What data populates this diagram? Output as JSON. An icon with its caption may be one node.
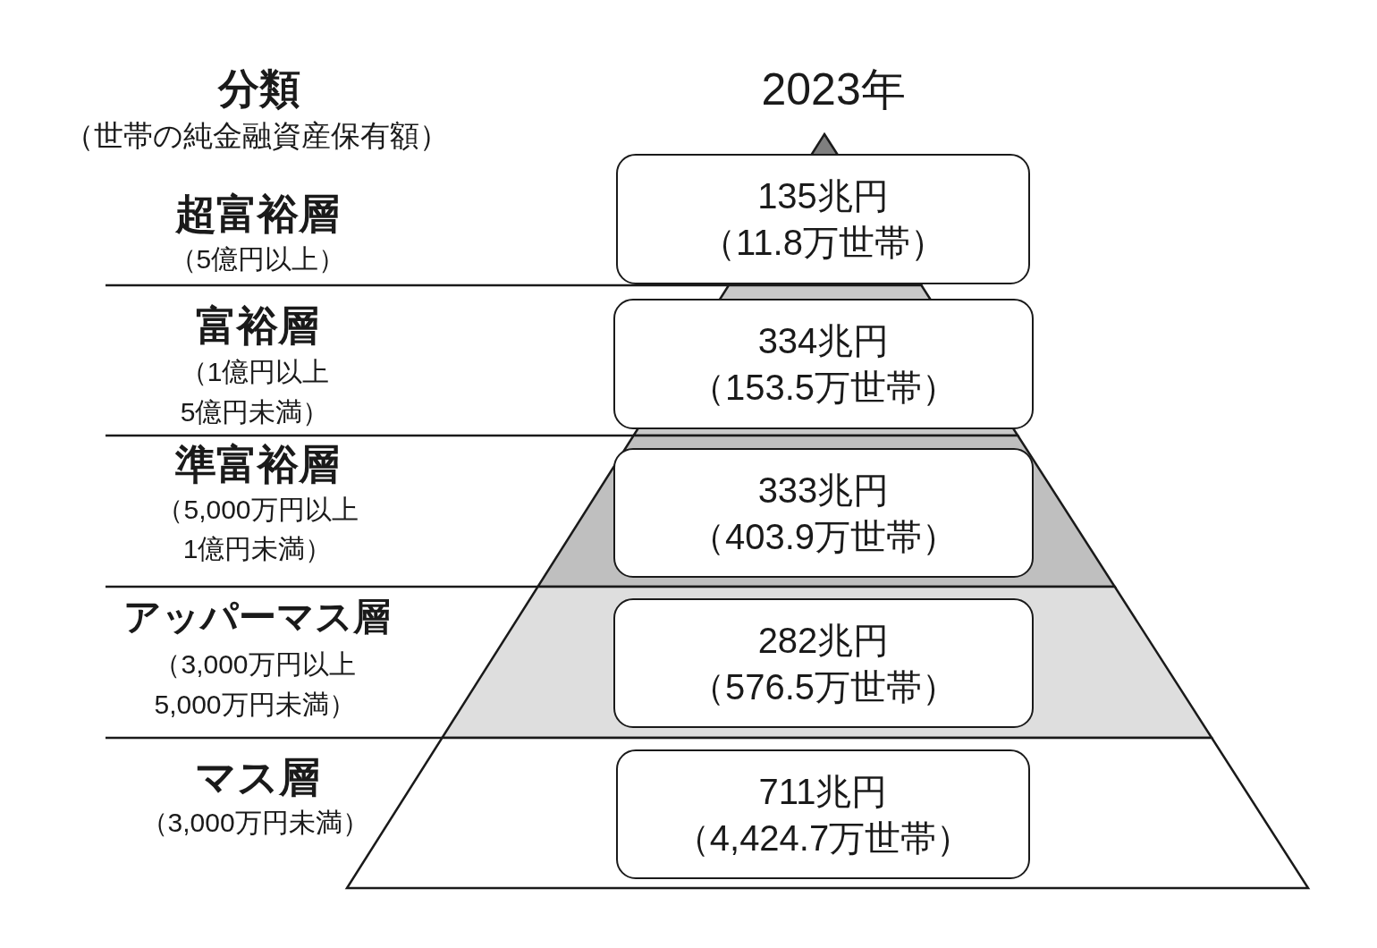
{
  "diagram": {
    "nodes": [
      {
        "text": [
          "135兆円",
          "（11.8万世帯）"
        ]
      },
      {
        "text": [
          "334兆円",
          "（153.5万世帯）"
        ]
      },
      {
        "text": [
          "333兆円",
          "（403.9万世帯）"
        ]
      },
      {
        "text": [
          "282兆円",
          "（576.5万世帯）"
        ]
      },
      {
        "text": [
          "711兆円",
          "（4,424.7万世帯）"
        ]
      }
    ],
    "labels": [
      "分類",
      "（世帯の純金融資産保有額）",
      "2023年",
      "超富裕層",
      "（5億円以上）",
      "富裕層",
      "（1億円以上5億円未満）",
      "準富裕層",
      "（5,000万円以上1億円未満）",
      "アッパーマス層",
      "（3,000万円以上5,000万円未満）",
      "マス層",
      "（3,000万円未満）"
    ]
  }
}
